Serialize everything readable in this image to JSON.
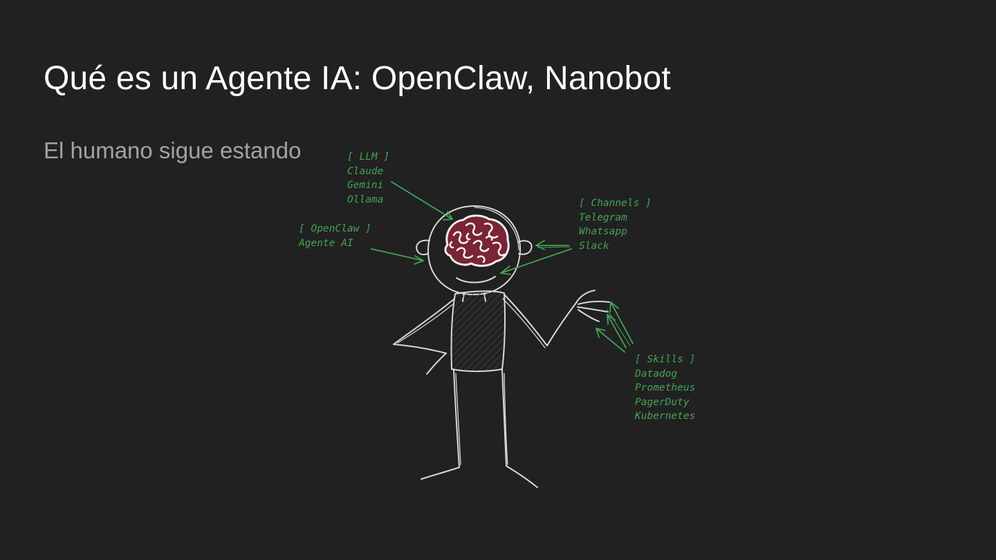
{
  "slide": {
    "title": "Qué es un Agente IA: OpenClaw, Nanobot",
    "subtitle": "El humano sigue estando"
  },
  "diagram": {
    "llm": {
      "header": "[ LLM ]",
      "items": [
        "Claude",
        "Gemini",
        "Ollama"
      ]
    },
    "openclaw": {
      "header": "[ OpenClaw ]",
      "items": [
        "Agente AI"
      ]
    },
    "channels": {
      "header": "[ Channels ]",
      "items": [
        "Telegram",
        "Whatsapp",
        "Slack"
      ]
    },
    "skills": {
      "header": "[ Skills ]",
      "items": [
        "Datadog",
        "Prometheus",
        "PagerDuty",
        "Kubernetes"
      ]
    }
  },
  "colors": {
    "background": "#212121",
    "title": "#ffffff",
    "subtitle": "#a3a3a3",
    "annotation": "#43a454",
    "sketch_line": "#d9d9d9",
    "brain": "#7a2434"
  }
}
